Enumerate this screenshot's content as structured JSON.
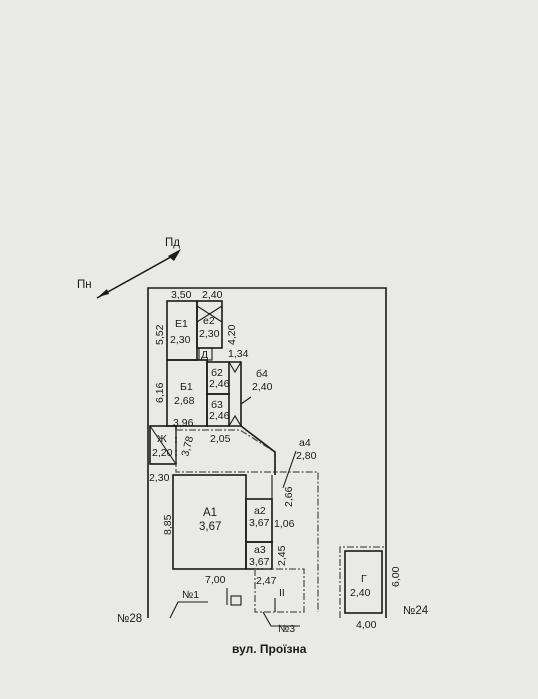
{
  "compass": {
    "north_label": "Пн",
    "south_label": "Пд"
  },
  "street_label": "вул. Проїзна",
  "neighbors": {
    "left": "№28",
    "right": "№24"
  },
  "entrances": {
    "n1": "№1",
    "n3": "№3"
  },
  "rooms": {
    "E1": {
      "name": "Е1",
      "height": "2,30"
    },
    "e2": {
      "name": "е2",
      "height": "2,30"
    },
    "D": {
      "name": "Д"
    },
    "B1": {
      "name": "Б1",
      "height": "2,68"
    },
    "b2": {
      "name": "б2",
      "height": "2,46"
    },
    "b3": {
      "name": "б3",
      "height": "2,46"
    },
    "b4": {
      "name": "б4",
      "height": "2,40"
    },
    "Zh": {
      "name": "Ж",
      "height": "2,20"
    },
    "a4": {
      "name": "а4",
      "height": "2,80"
    },
    "A1": {
      "name": "А1",
      "height": "3,67"
    },
    "a2": {
      "name": "а2",
      "height": "3,67"
    },
    "a3": {
      "name": "а3",
      "height": "3,67"
    },
    "G": {
      "name": "Г",
      "height": "2,40"
    },
    "II": {
      "name": "II"
    }
  },
  "dimensions": {
    "d_3_50": "3,50",
    "d_2_40": "2,40",
    "d_4_20": "4,20",
    "d_5_52": "5,52",
    "d_1_34": "1,34",
    "d_6_16": "6,16",
    "d_3_96": "3,96",
    "d_3_78": "3,78",
    "d_2_05": "2,05",
    "d_2_30": "2,30",
    "d_8_85": "8,85",
    "d_2_66": "2,66",
    "d_1_06": "1,06",
    "d_2_45": "2,45",
    "d_7_00": "7,00",
    "d_2_47": "2,47",
    "d_6_00": "6,00",
    "d_4_00": "4,00"
  }
}
